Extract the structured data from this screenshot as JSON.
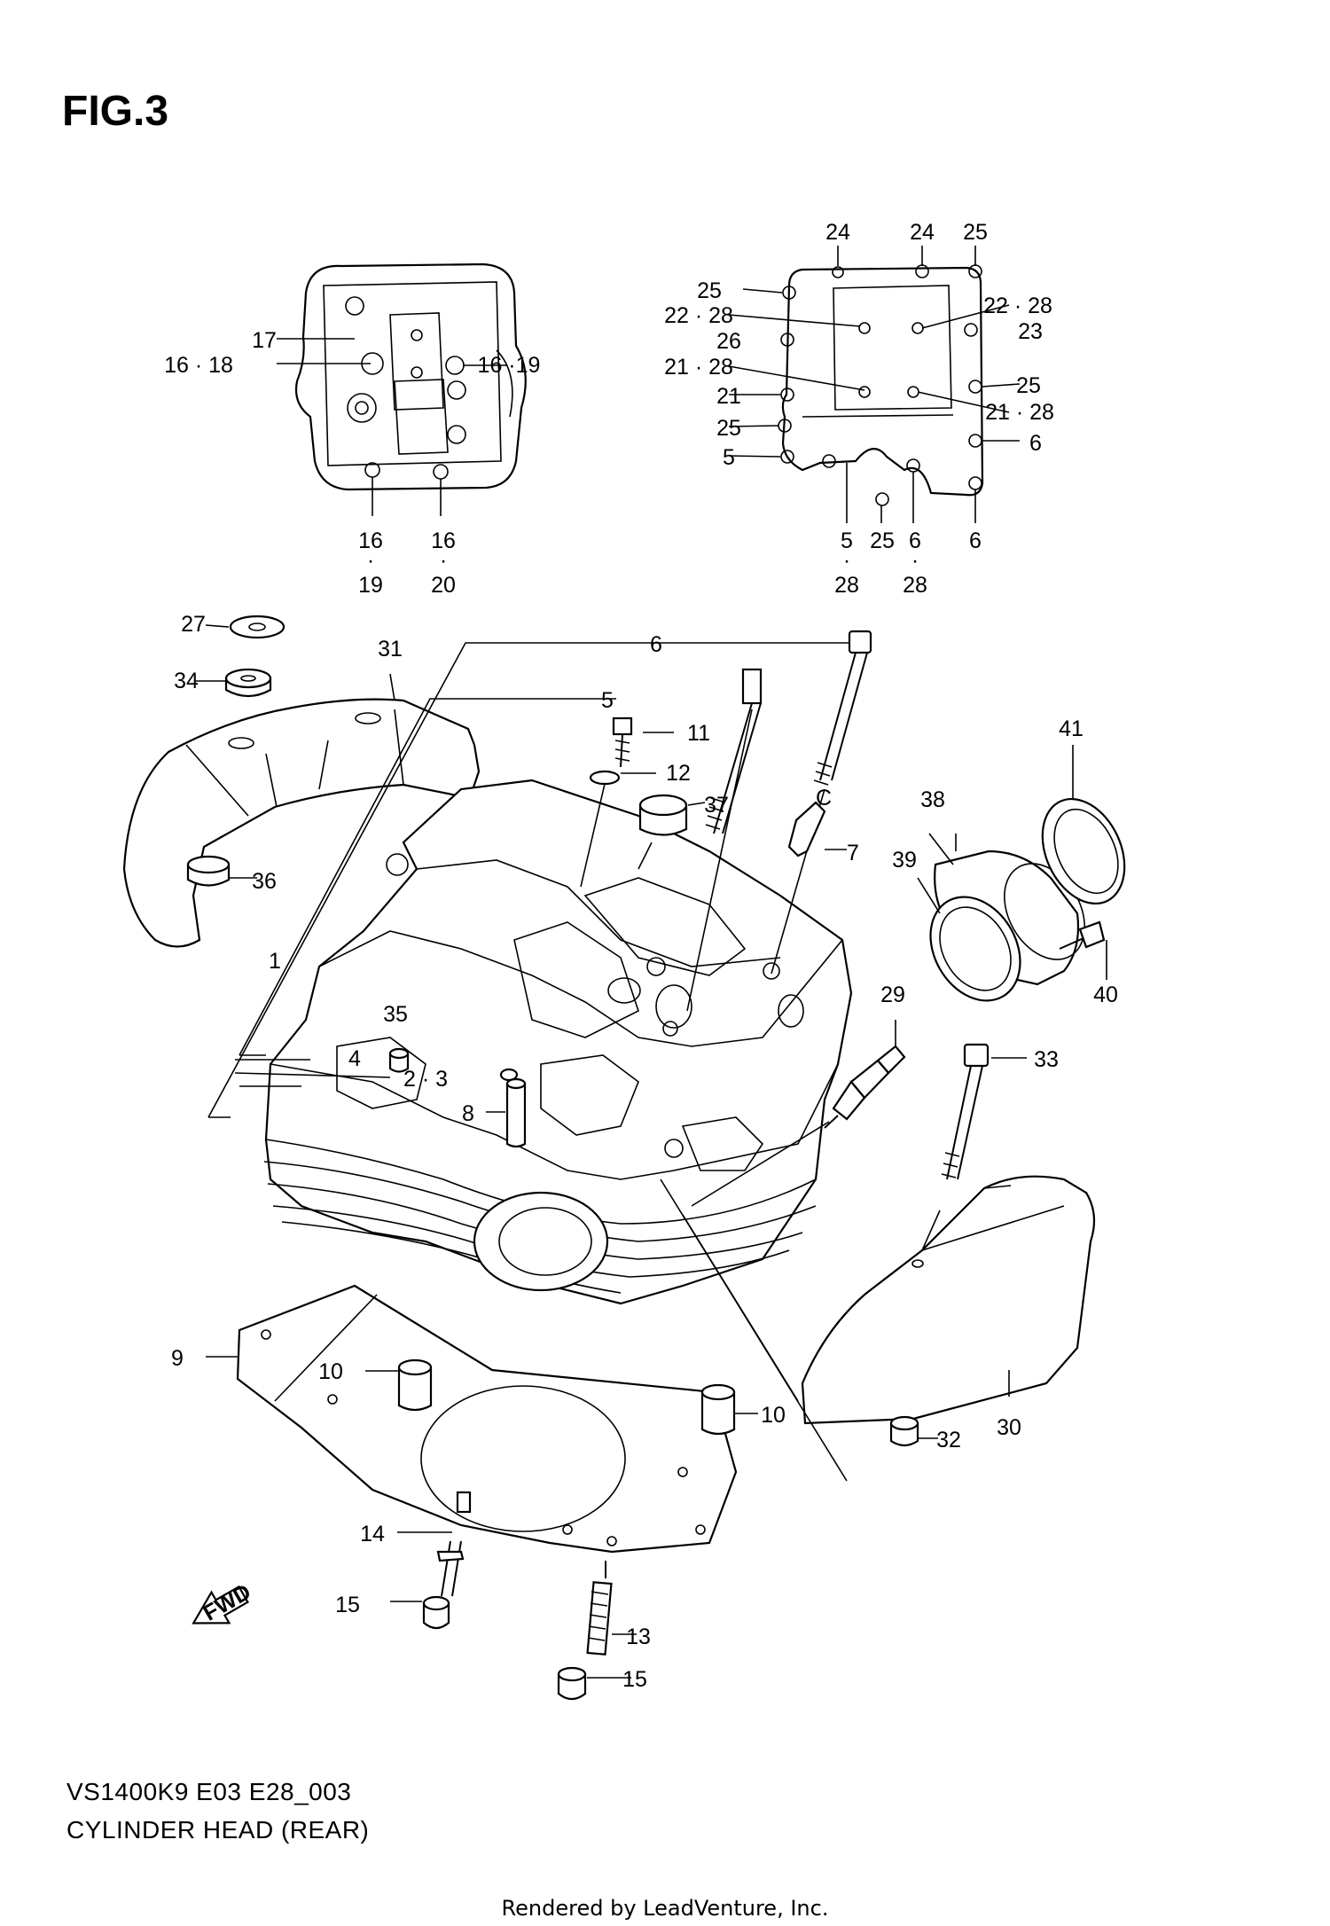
{
  "figure": {
    "title": "FIG.3",
    "model_code": "VS1400K9 E03 E28_003",
    "name": "CYLINDER HEAD (REAR)",
    "rendered_by": "Rendered by LeadVenture, Inc.",
    "fwd_label": "FWD"
  },
  "callouts": {
    "top_left": [
      "17",
      "16 · 18",
      "16 ·19",
      "16",
      "·",
      "19",
      "16",
      "·",
      "20"
    ],
    "top_right": [
      "24",
      "24",
      "25",
      "25",
      "22 · 28",
      "22 · 28",
      "23",
      "26",
      "21 · 28",
      "25",
      "21",
      "21 · 28",
      "25",
      "6",
      "5",
      "5",
      "·",
      "28",
      "25",
      "6",
      "·",
      "28",
      "6"
    ],
    "main": [
      "27",
      "31",
      "6",
      "34",
      "5",
      "11",
      "12",
      "37",
      "C",
      "7",
      "41",
      "38",
      "39",
      "36",
      "1",
      "35",
      "40",
      "29",
      "4",
      "2 · 3",
      "33",
      "8",
      "9",
      "10",
      "10",
      "32",
      "30",
      "14",
      "15",
      "13",
      "15"
    ]
  }
}
